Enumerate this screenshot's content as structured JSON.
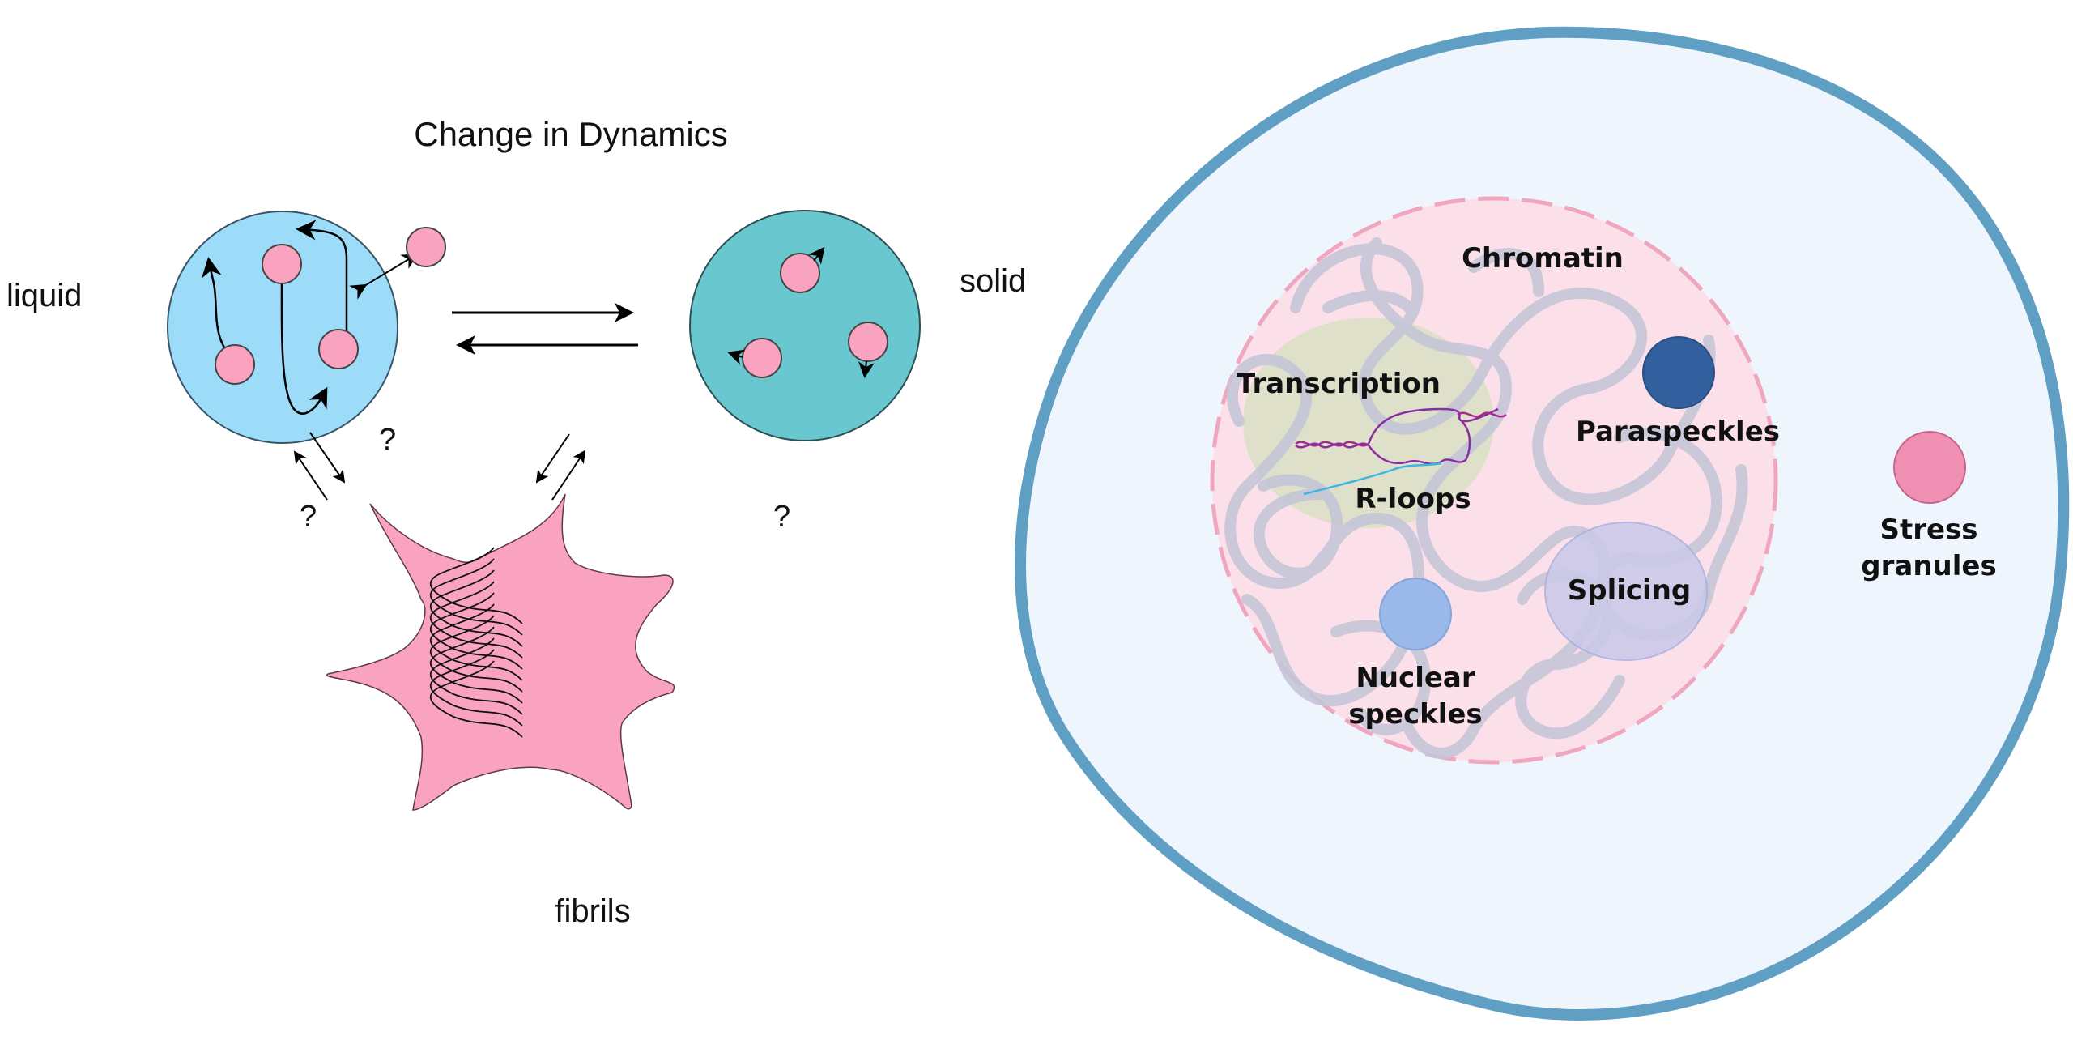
{
  "left_panel": {
    "title": "Change in Dynamics",
    "states": {
      "liquid": "liquid",
      "solid": "solid",
      "fibrils": "fibrils"
    },
    "unknown_marker": "?"
  },
  "cell": {
    "labels": {
      "chromatin": "Chromatin",
      "transcription": "Transcription",
      "r_loops": "R-loops",
      "paraspeckles": "Paraspeckles",
      "splicing": "Splicing",
      "nuclear_speckles_1": "Nuclear",
      "nuclear_speckles_2": "speckles",
      "stress_granules_1": "Stress",
      "stress_granules_2": "granules"
    }
  },
  "colors": {
    "liquid_fill": "#9ddcf9",
    "solid_fill": "#68c7cf",
    "particle_fill": "#f9a3c1",
    "fibril_fill": "#f9a3c1",
    "cell_membrane": "#609fc4",
    "cytoplasm": "#eef5fd",
    "nucleus_fill": "#fbe0ea",
    "nucleus_border": "#f0a6bf",
    "chromatin": "#c5c6d8",
    "transcription_zone": "#d9dfc3",
    "paraspeckle": "#325f9e",
    "nuclear_speckle": "#9ab9ea",
    "splicing_zone": "#c9c8e8",
    "stress_granule": "#ef8fb2"
  }
}
